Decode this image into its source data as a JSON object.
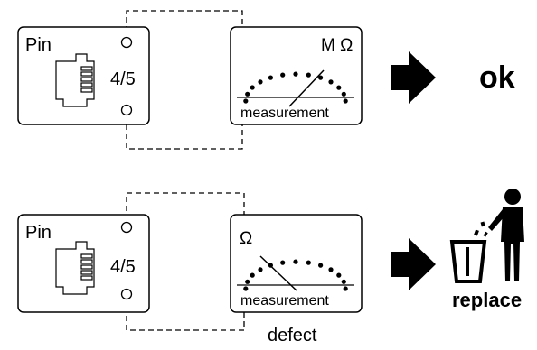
{
  "rows": [
    {
      "pin_label": "Pin",
      "pin_number": "4/5",
      "meter_unit": "M Ω",
      "meter_label": "measurement",
      "result": "ok",
      "below_meter": ""
    },
    {
      "pin_label": "Pin",
      "pin_number": "4/5",
      "meter_unit": "Ω",
      "meter_label": "measurement",
      "result": "replace",
      "below_meter": "defect"
    }
  ],
  "colors": {
    "stroke": "#000000",
    "fill": "#000000",
    "background": "#ffffff"
  },
  "icons": {
    "arrow": "right-arrow-icon",
    "trash": "trash-replace-icon",
    "connector": "rj45-port-icon",
    "gauge": "meter-gauge-icon"
  }
}
